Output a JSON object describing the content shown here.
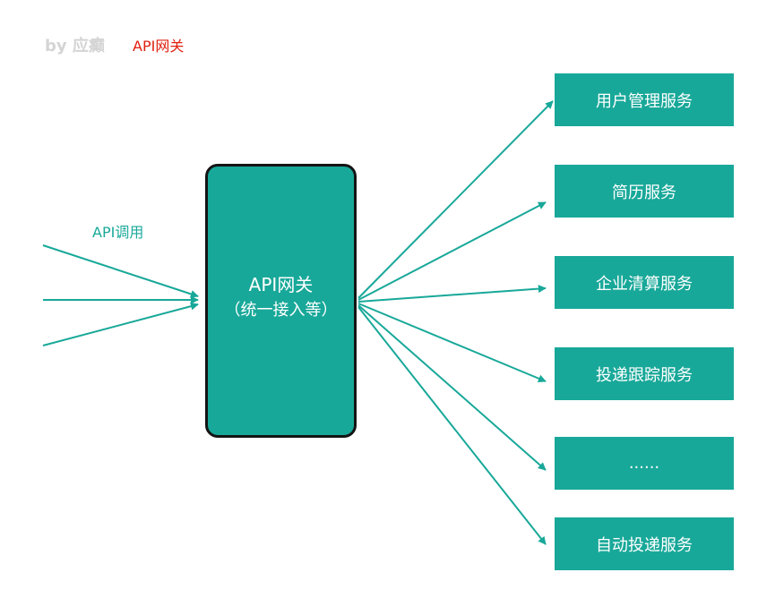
{
  "header": {
    "author": "by 应癫",
    "title": "API网关"
  },
  "incoming": {
    "label": "API调用"
  },
  "gateway": {
    "line1": "API网关",
    "line2": "（统一接入等）"
  },
  "services": [
    {
      "label": "用户管理服务"
    },
    {
      "label": "简历服务"
    },
    {
      "label": "企业清算服务"
    },
    {
      "label": "投递跟踪服务"
    },
    {
      "label": "......"
    },
    {
      "label": "自动投递服务"
    }
  ],
  "colors": {
    "teal": "#18a899",
    "title_red": "#e02010",
    "author_gray": "#d4d4d4",
    "gateway_border": "#141414"
  }
}
